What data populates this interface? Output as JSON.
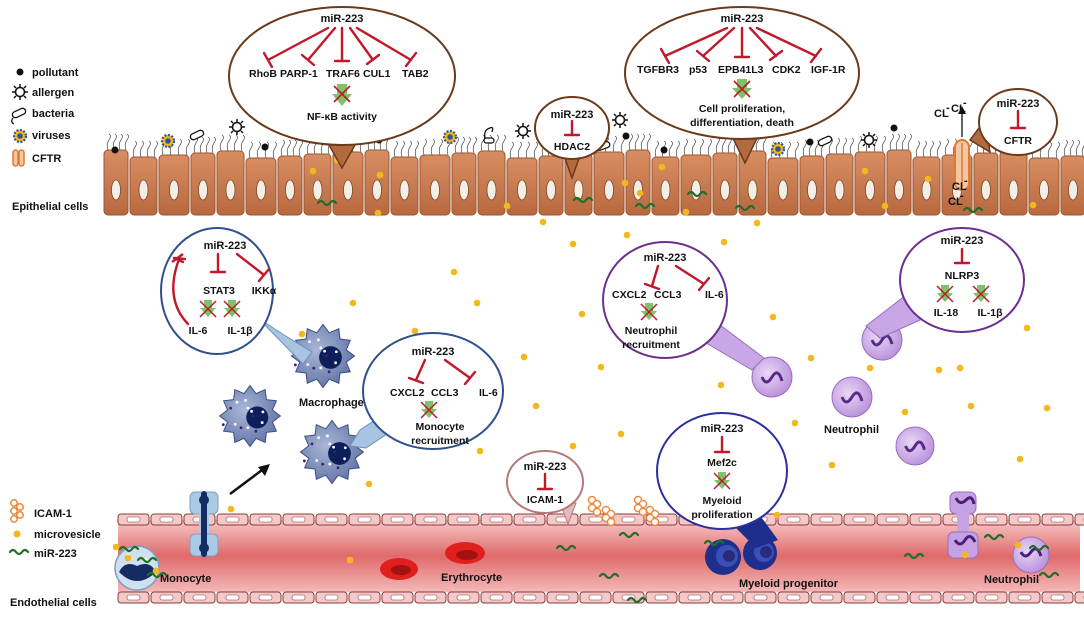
{
  "colors": {
    "epithelium": "#c8764a",
    "epithelium_dark": "#9a5633",
    "vessel": "#e06a6a",
    "vessel_light": "#f3b3b3",
    "inhibit": "#c0192a",
    "activate": "#7cc36a",
    "microvesicle": "#f5b81c",
    "mirna": "#1f6f2a",
    "macrophage": "#5c6fa3",
    "neutrophil": "#b58ad8"
  },
  "legend_top": {
    "items": [
      {
        "icon": "pollutant-dot-icon",
        "label": "pollutant"
      },
      {
        "icon": "allergen-spiky-icon",
        "label": "allergen"
      },
      {
        "icon": "bacteria-rod-icon",
        "label": "bacteria"
      },
      {
        "icon": "virus-icon",
        "label": "viruses"
      },
      {
        "icon": "cftr-channel-icon",
        "label": "CFTR"
      }
    ]
  },
  "legend_bottom": {
    "items": [
      {
        "icon": "icam1-chain-icon",
        "label": "ICAM-1"
      },
      {
        "icon": "microvesicle-dot-icon",
        "label": "microvesicle"
      },
      {
        "icon": "mirna-squiggle-icon",
        "label": "miR-223"
      }
    ]
  },
  "labels": {
    "epithelial": "Epithelial cells",
    "endothelial": "Endothelial cells",
    "macrophage": "Macrophage",
    "neutrophil_tissue": "Neutrophil",
    "monocyte": "Monocyte",
    "erythrocyte": "Erythrocyte",
    "myeloid_progenitor": "Myeloid progenitor",
    "neutrophil_vessel": "Neutrophil",
    "cl1": "CL",
    "cl1_sup": "-",
    "cl2": "CL",
    "cl2_sup": "-",
    "cl3": "CL",
    "cl3_sup": "-",
    "cl4": "CL",
    "cl4_sup": "-"
  },
  "bubbles": {
    "nfkb": {
      "title": "miR-223",
      "targets": [
        "RhoB",
        "PARP-1",
        "TRAF6",
        "CUL1",
        "TAB2"
      ],
      "outcome": "NF-κB activity"
    },
    "prolif": {
      "title": "miR-223",
      "targets": [
        "TGFBR3",
        "p53",
        "EPB41L3",
        "CDK2",
        "IGF-1R"
      ],
      "outcome_1": "Cell proliferation,",
      "outcome_2": "differentiation, death"
    },
    "hdac": {
      "title": "miR-223",
      "target": "HDAC2"
    },
    "cftr": {
      "title": "miR-223",
      "target": "CFTR"
    },
    "macro": {
      "title": "miR-223",
      "target_1": "STAT3",
      "target_2": "IKKα",
      "out_1": "IL-6",
      "out_2": "IL-1β"
    },
    "mono": {
      "title": "miR-223",
      "t1": "CXCL2",
      "t2": "CCL3",
      "t3": "IL-6",
      "out_1": "Monocyte",
      "out_2": "recruitment"
    },
    "neut": {
      "title": "miR-223",
      "t1": "CXCL2",
      "t2": "CCL3",
      "t3": "IL-6",
      "out_1": "Neutrophil",
      "out_2": "recruitment"
    },
    "nlrp": {
      "title": "miR-223",
      "target": "NLRP3",
      "out_1": "IL-18",
      "out_2": "IL-1β"
    },
    "icam": {
      "title": "miR-223",
      "target": "ICAM-1"
    },
    "mef": {
      "title": "miR-223",
      "target": "Mef2c",
      "out_1": "Myeloid",
      "out_2": "proliferation"
    }
  }
}
